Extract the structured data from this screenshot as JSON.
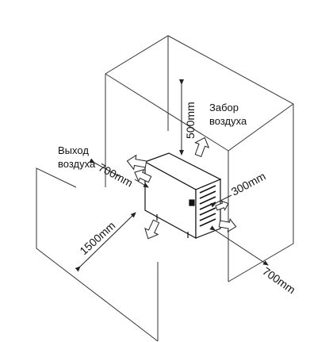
{
  "labels": {
    "air_intake_line1": "Забор",
    "air_intake_line2": "воздуха",
    "air_outlet_line1": "Выход",
    "air_outlet_line2": "воздуха"
  },
  "dimensions": {
    "top_clearance": "500mm",
    "left_clearance": "700mm",
    "right_clearance": "300mm",
    "front_clearance": "1500mm",
    "rear_clearance": "700mm"
  },
  "colors": {
    "line": "#222222",
    "arrow_fill": "#ffffff"
  }
}
